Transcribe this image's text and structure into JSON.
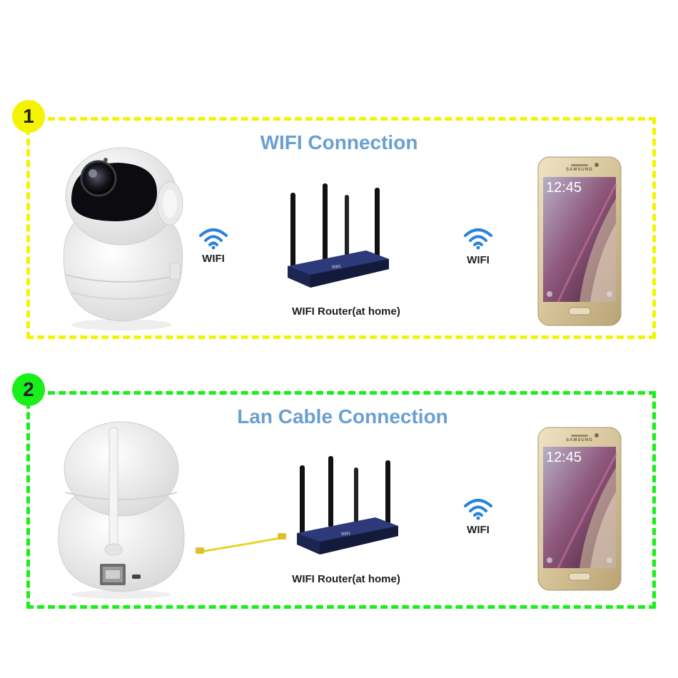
{
  "panels": [
    {
      "number": "1",
      "title": "WIFI Connection",
      "wifi_label_left": "WIFI",
      "wifi_label_right": "WIFI",
      "router_caption": "WIFI Router(at home)"
    },
    {
      "number": "2",
      "title": "Lan Cable Connection",
      "wifi_label_right": "WIFI",
      "router_caption": "WIFI Router(at home)"
    }
  ],
  "phone_screen": {
    "brand": "SAMSUNG",
    "clock": "12:45"
  },
  "colors": {
    "panel1_border": "#f4f400",
    "panel2_border": "#19ef19",
    "title": "#6a9fd1",
    "wifi_icon": "#2a83d6",
    "router_body": "#1c2450",
    "phone_gold": "#d6c49a"
  },
  "icons": [
    "wifi-icon",
    "camera-icon",
    "router-icon",
    "smartphone-icon",
    "lan-cable-icon",
    "ethernet-port-icon"
  ]
}
